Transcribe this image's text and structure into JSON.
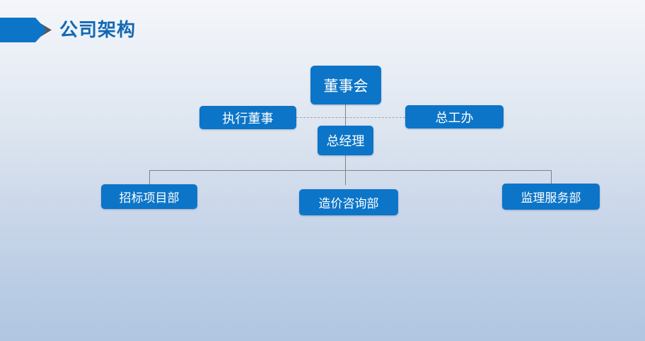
{
  "slide": {
    "title": "公司架构",
    "accent_color": "#0c75c8",
    "title_color": "#1268b5",
    "arrow_icon_colors": {
      "blue": "#0c75c8",
      "gray": "#595959"
    },
    "background_gradient": [
      "#f4f6fa",
      "#b0c6e1"
    ]
  },
  "org_chart": {
    "nodes": {
      "board": {
        "label": "董事会"
      },
      "executive_director": {
        "label": "执行董事"
      },
      "chief_engineer_office": {
        "label": "总工办"
      },
      "general_manager": {
        "label": "总经理"
      },
      "bidding_project_dept": {
        "label": "招标项目部"
      },
      "cost_consulting_dept": {
        "label": "造价咨询部"
      },
      "supervision_service_dept": {
        "label": "监理服务部"
      }
    },
    "edges": [
      {
        "from": "board",
        "to": "general_manager",
        "style": "solid"
      },
      {
        "from": "executive_director",
        "to": "chief_engineer_office",
        "style": "dashed",
        "note": "horizontal dashed link crossing the board-to-GM line"
      },
      {
        "from": "general_manager",
        "to": "bidding_project_dept",
        "style": "solid"
      },
      {
        "from": "general_manager",
        "to": "cost_consulting_dept",
        "style": "solid"
      },
      {
        "from": "general_manager",
        "to": "supervision_service_dept",
        "style": "solid"
      }
    ],
    "line_colors": {
      "solid": "#818181",
      "dashed": "#a0a6ad"
    }
  }
}
